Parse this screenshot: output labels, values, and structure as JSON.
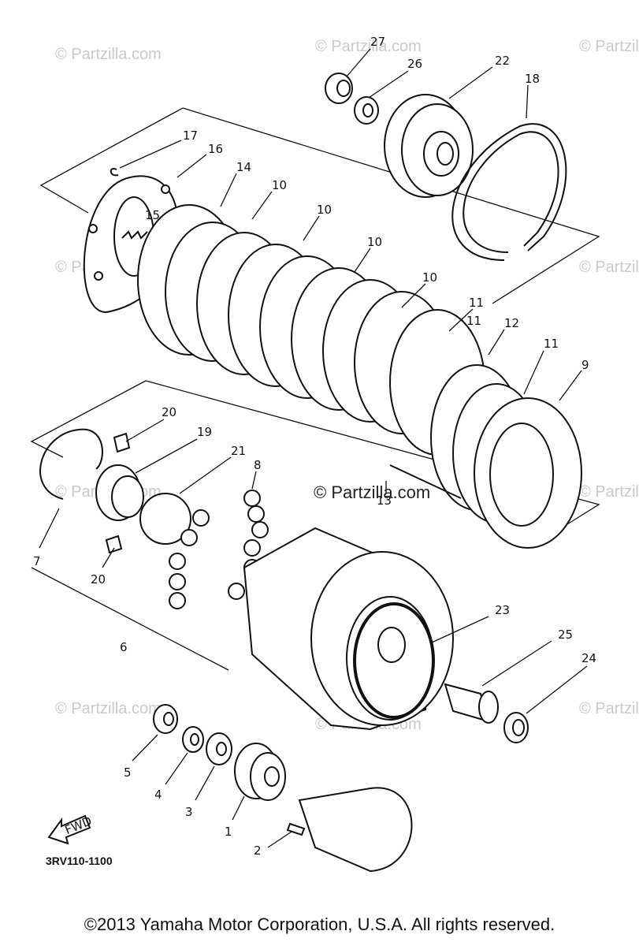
{
  "diagram": {
    "part_code": "3RV110-1100",
    "watermark_center": "© Partzilla.com",
    "watermark": "© Partzilla.com",
    "fwd_label": "FWD",
    "callouts": [
      "27",
      "26",
      "22",
      "18",
      "17",
      "16",
      "15",
      "14",
      "10",
      "10",
      "10",
      "10",
      "11",
      "11",
      "12",
      "11",
      "9",
      "20",
      "19",
      "21",
      "8",
      "7",
      "20",
      "6",
      "13",
      "23",
      "25",
      "24",
      "5",
      "4",
      "3",
      "1",
      "2"
    ],
    "copyright": "©2013 Yamaha Motor Corporation, U.S.A. All rights reserved."
  }
}
